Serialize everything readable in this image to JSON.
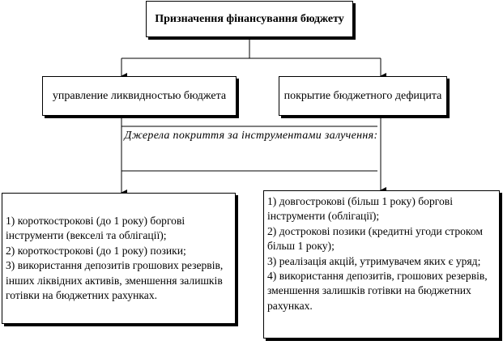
{
  "title": "Призначення фінансування бюджету",
  "branches": {
    "left": "управление ликвидностью бюджета",
    "right": "покрытие бюджетного дефицита"
  },
  "sources_label": "Джерела покриття за інструментами залучення:",
  "left_list": [
    "1)  короткострокові (до 1 року) боргові інструменти (векселі та облігації);",
    "2)  короткострокові (до 1 року) позики;",
    "3) використання депозитів грошових резервів, інших ліквідних активів, зменшення залишків готівки на бюджетних рахунках."
  ],
  "right_list": [
    "1) довгострокові (більш 1 року) боргові інструменти (облігації);",
    "2) дострокові позики (кредитні угоди строком більш 1 року);",
    "3) реалізація акцій, утримувачем яких є уряд;",
    "4) використання депозитів, грошових резервів, зменшення залишків готівки на бюджетних рахунках."
  ]
}
